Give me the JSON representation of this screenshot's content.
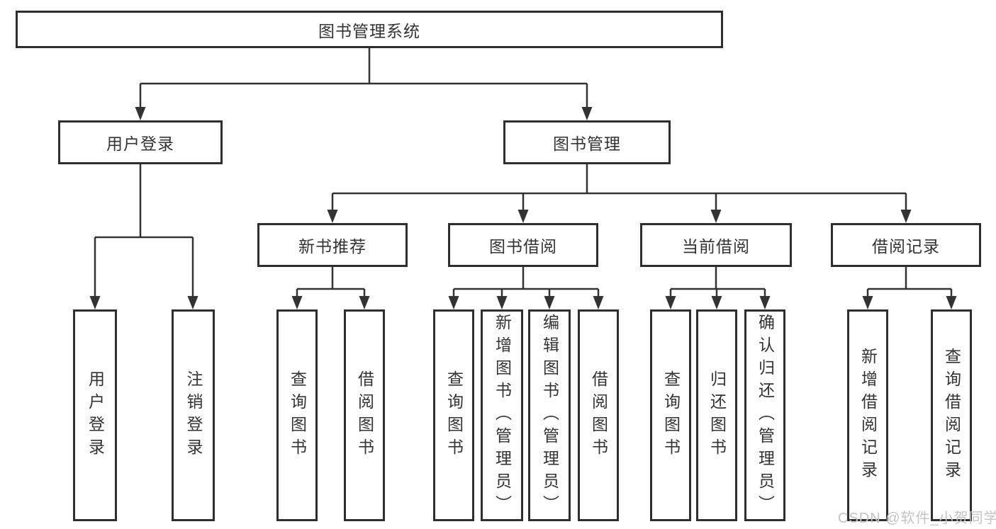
{
  "colors": {
    "line": "#333333",
    "box_border": "#2e2e2e",
    "text": "#333333",
    "watermark": "#c3c3c3",
    "background": "#ffffff"
  },
  "tree": {
    "label": "图书管理系统",
    "children": [
      {
        "label": "用户登录",
        "children": [
          {
            "label": "用户登录"
          },
          {
            "label": "注销登录"
          }
        ]
      },
      {
        "label": "图书管理",
        "children": [
          {
            "label": "新书推荐",
            "children": [
              {
                "label": "查询图书"
              },
              {
                "label": "借阅图书"
              }
            ]
          },
          {
            "label": "图书借阅",
            "children": [
              {
                "label": "查询图书"
              },
              {
                "label": "新增图书（管理员）"
              },
              {
                "label": "编辑图书（管理员）"
              },
              {
                "label": "借阅图书"
              }
            ]
          },
          {
            "label": "当前借阅",
            "children": [
              {
                "label": "查询图书"
              },
              {
                "label": "归还图书"
              },
              {
                "label": "确认归还（管理员）"
              }
            ]
          },
          {
            "label": "借阅记录",
            "children": [
              {
                "label": "新增借阅记录"
              },
              {
                "label": "查询借阅记录"
              }
            ]
          }
        ]
      }
    ]
  },
  "watermark": {
    "text": "CSDN @软件_小贺同学"
  }
}
